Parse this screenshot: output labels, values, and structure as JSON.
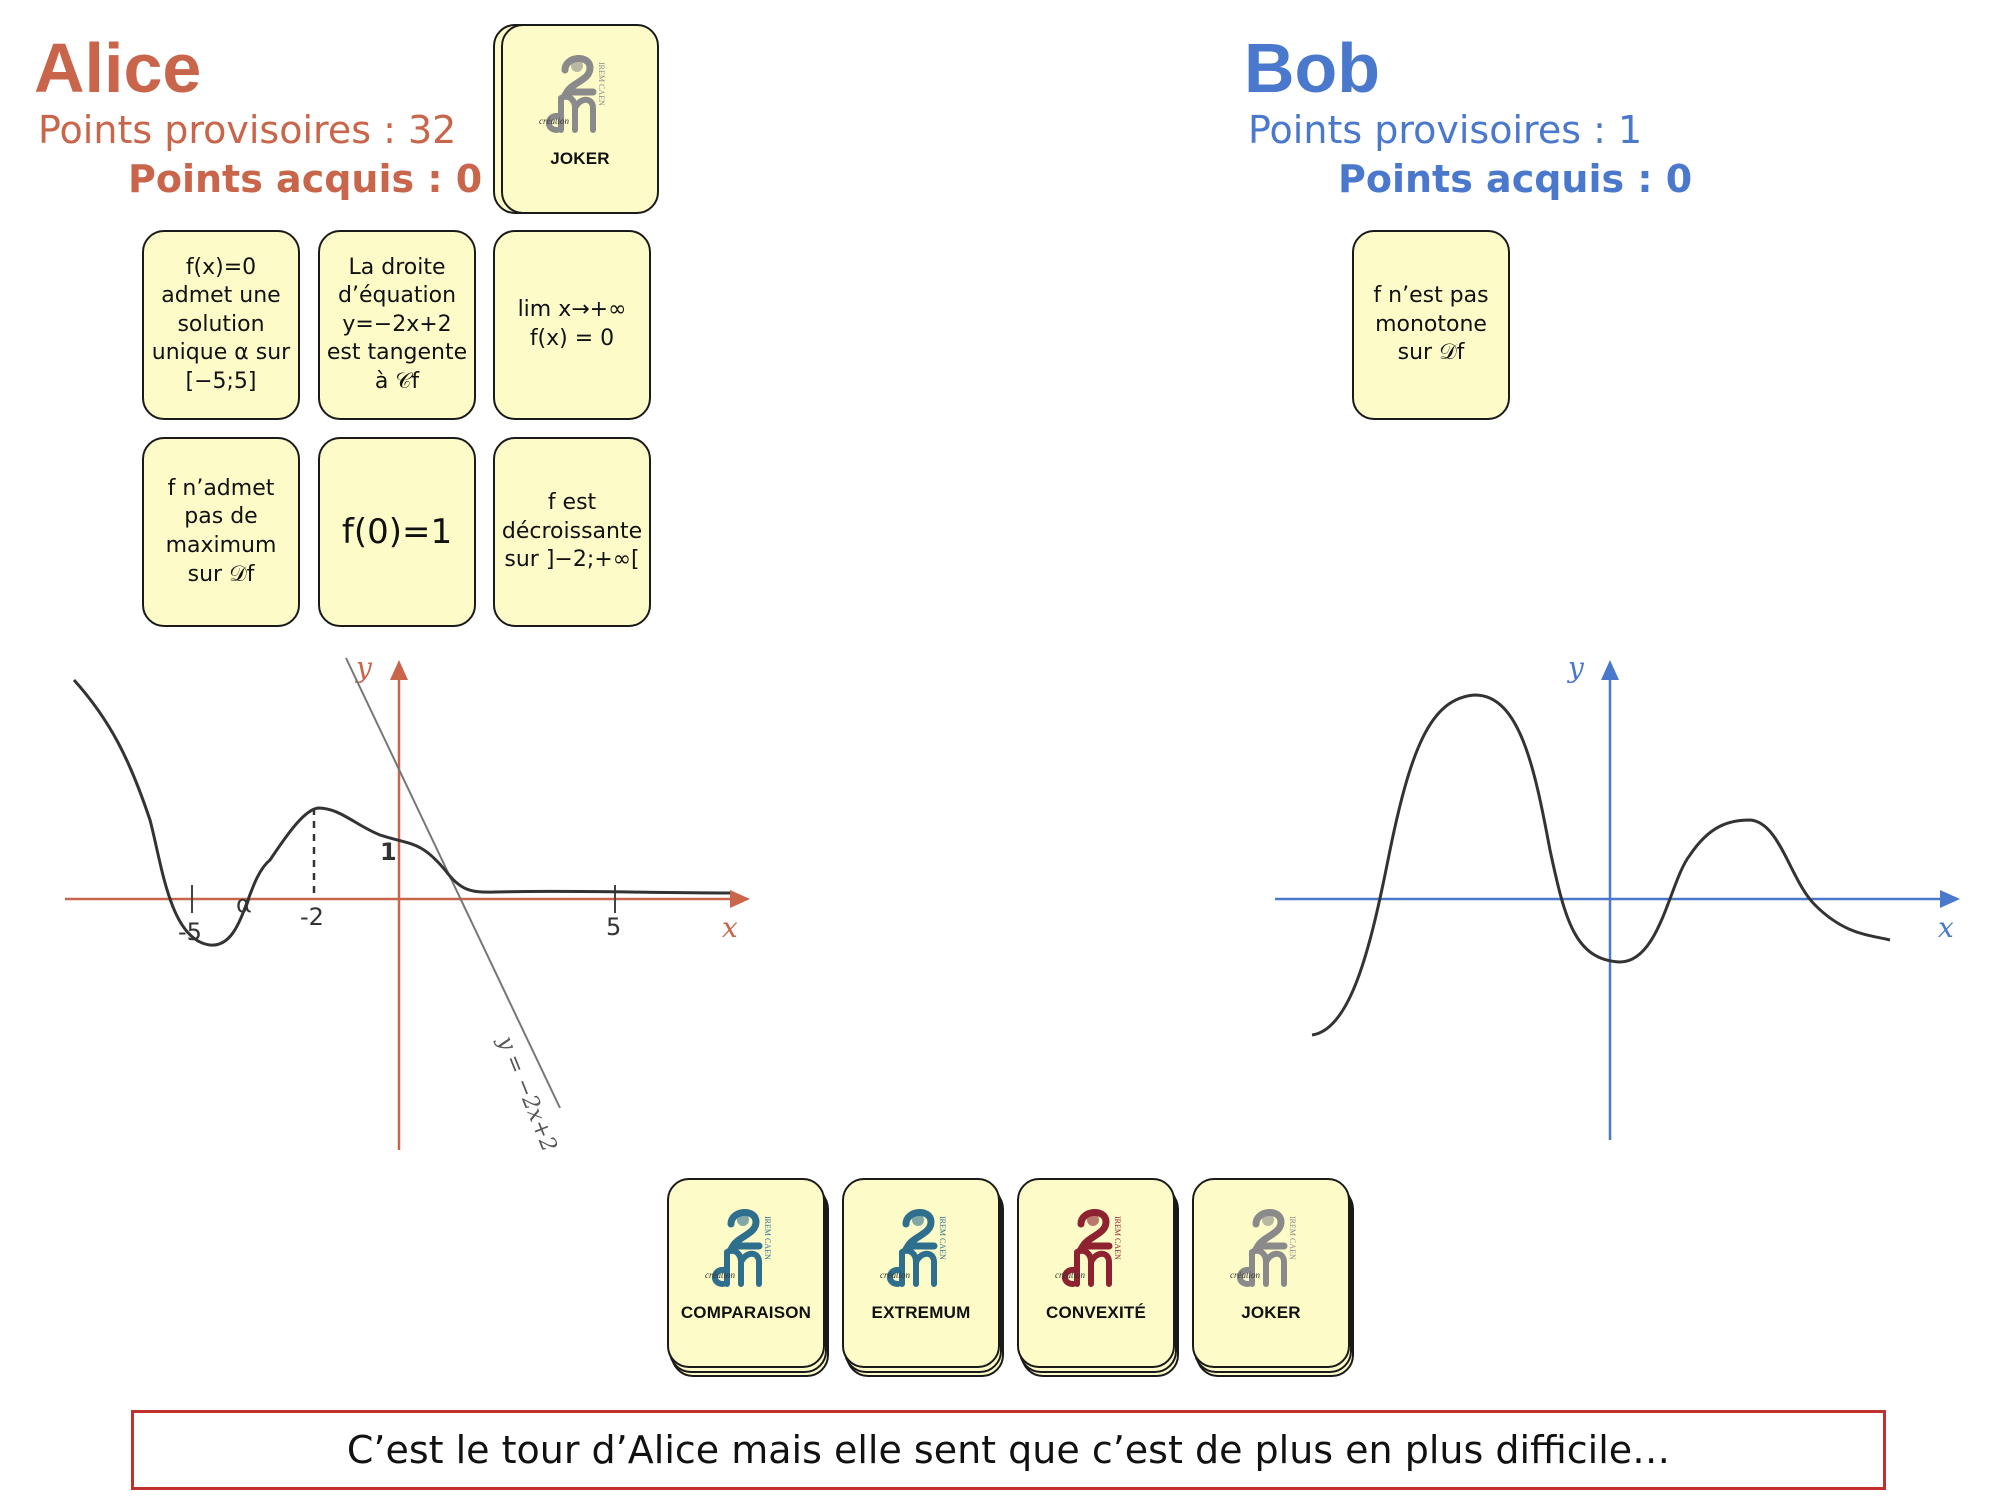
{
  "alice": {
    "name": "Alice",
    "provisional_label": "Points provisoires : 32",
    "acquired_label": "Points acquis : 0",
    "joker_label": "JOKER",
    "cards": [
      "f(x)=0 admet une solution unique α sur [−5;5]",
      "La droite d’équation y=−2x+2 est tangente à 𝒞f",
      "lim x→+∞ f(x) = 0",
      "f n’admet pas de maximum sur 𝒟f",
      "f(0)=1",
      "f est décroissante sur ]−2;+∞["
    ],
    "graph": {
      "x_axis_label": "x",
      "y_axis_label": "y",
      "tick_labels": [
        "-5",
        "-2",
        "5",
        "1",
        "α"
      ],
      "tangent_label": "y = −2x+2",
      "axis_color": "#c8654a"
    }
  },
  "bob": {
    "name": "Bob",
    "provisional_label": "Points provisoires : 1",
    "acquired_label": "Points acquis : 0",
    "cards": [
      "f n’est pas monotone sur 𝒟f"
    ],
    "graph": {
      "x_axis_label": "x",
      "y_axis_label": "y",
      "axis_color": "#4a78cc"
    }
  },
  "decks": [
    {
      "label": "COMPARAISON",
      "logo_color": "#2e6f8e",
      "icon": "irem-logo-icon"
    },
    {
      "label": "EXTREMUM",
      "logo_color": "#2e6f8e",
      "icon": "irem-logo-icon"
    },
    {
      "label": "CONVEXITÉ",
      "logo_color": "#8e2230",
      "icon": "irem-logo-icon"
    },
    {
      "label": "JOKER",
      "logo_color": "#8a8a8a",
      "icon": "irem-logo-icon"
    }
  ],
  "message": "C’est le tour d’Alice mais elle sent que c’est de plus en plus difficile…",
  "colors": {
    "alice": "#c8654a",
    "bob": "#4a78cc",
    "card_bg": "#fdfcc9",
    "message_border": "#c0302f"
  }
}
